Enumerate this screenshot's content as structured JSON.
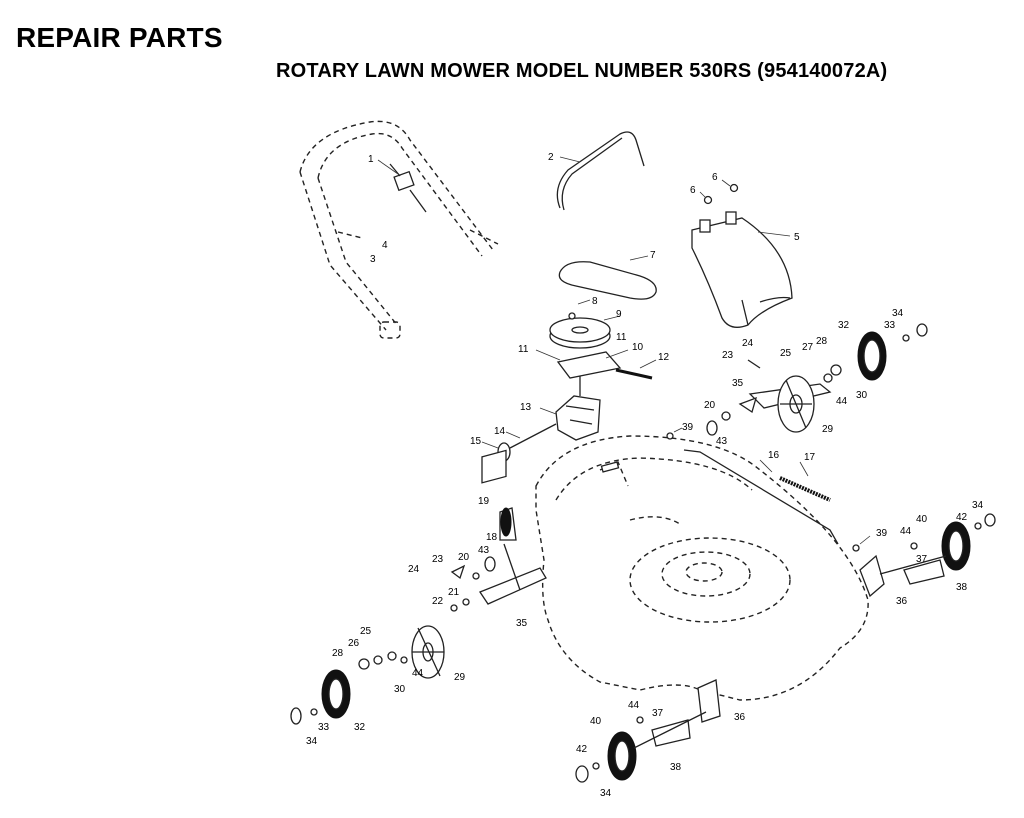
{
  "header": {
    "title": "REPAIR PARTS",
    "subtitle": "ROTARY LAWN MOWER MODEL NUMBER 530RS (954140072A)"
  },
  "callouts": [
    {
      "id": "c-1",
      "text": "1"
    },
    {
      "id": "c-2",
      "text": "2"
    },
    {
      "id": "c-3",
      "text": "3"
    },
    {
      "id": "c-4",
      "text": "4"
    },
    {
      "id": "c-5",
      "text": "5"
    },
    {
      "id": "c-6a",
      "text": "6"
    },
    {
      "id": "c-6b",
      "text": "6"
    },
    {
      "id": "c-7",
      "text": "7"
    },
    {
      "id": "c-8",
      "text": "8"
    },
    {
      "id": "c-9",
      "text": "9"
    },
    {
      "id": "c-10",
      "text": "10"
    },
    {
      "id": "c-11a",
      "text": "11"
    },
    {
      "id": "c-11b",
      "text": "11"
    },
    {
      "id": "c-12",
      "text": "12"
    },
    {
      "id": "c-13",
      "text": "13"
    },
    {
      "id": "c-14",
      "text": "14"
    },
    {
      "id": "c-15",
      "text": "15"
    },
    {
      "id": "c-16",
      "text": "16"
    },
    {
      "id": "c-17",
      "text": "17"
    },
    {
      "id": "c-18",
      "text": "18"
    },
    {
      "id": "c-19",
      "text": "19"
    },
    {
      "id": "c-20a",
      "text": "20"
    },
    {
      "id": "c-20b",
      "text": "20"
    },
    {
      "id": "c-21",
      "text": "21"
    },
    {
      "id": "c-22",
      "text": "22"
    },
    {
      "id": "c-23a",
      "text": "23"
    },
    {
      "id": "c-23b",
      "text": "23"
    },
    {
      "id": "c-24a",
      "text": "24"
    },
    {
      "id": "c-24b",
      "text": "24"
    },
    {
      "id": "c-25a",
      "text": "25"
    },
    {
      "id": "c-25b",
      "text": "25"
    },
    {
      "id": "c-26",
      "text": "26"
    },
    {
      "id": "c-27",
      "text": "27"
    },
    {
      "id": "c-28a",
      "text": "28"
    },
    {
      "id": "c-28b",
      "text": "28"
    },
    {
      "id": "c-29a",
      "text": "29"
    },
    {
      "id": "c-29b",
      "text": "29"
    },
    {
      "id": "c-30a",
      "text": "30"
    },
    {
      "id": "c-30b",
      "text": "30"
    },
    {
      "id": "c-32a",
      "text": "32"
    },
    {
      "id": "c-32b",
      "text": "32"
    },
    {
      "id": "c-33a",
      "text": "33"
    },
    {
      "id": "c-33b",
      "text": "33"
    },
    {
      "id": "c-34a",
      "text": "34"
    },
    {
      "id": "c-34b",
      "text": "34"
    },
    {
      "id": "c-34c",
      "text": "34"
    },
    {
      "id": "c-34d",
      "text": "34"
    },
    {
      "id": "c-35a",
      "text": "35"
    },
    {
      "id": "c-35b",
      "text": "35"
    },
    {
      "id": "c-36a",
      "text": "36"
    },
    {
      "id": "c-36b",
      "text": "36"
    },
    {
      "id": "c-37a",
      "text": "37"
    },
    {
      "id": "c-37b",
      "text": "37"
    },
    {
      "id": "c-38a",
      "text": "38"
    },
    {
      "id": "c-38b",
      "text": "38"
    },
    {
      "id": "c-39a",
      "text": "39"
    },
    {
      "id": "c-39b",
      "text": "39"
    },
    {
      "id": "c-40a",
      "text": "40"
    },
    {
      "id": "c-40b",
      "text": "40"
    },
    {
      "id": "c-42a",
      "text": "42"
    },
    {
      "id": "c-42b",
      "text": "42"
    },
    {
      "id": "c-43a",
      "text": "43"
    },
    {
      "id": "c-43b",
      "text": "43"
    },
    {
      "id": "c-44a",
      "text": "44"
    },
    {
      "id": "c-44b",
      "text": "44"
    },
    {
      "id": "c-44c",
      "text": "44"
    },
    {
      "id": "c-44d",
      "text": "44"
    }
  ]
}
